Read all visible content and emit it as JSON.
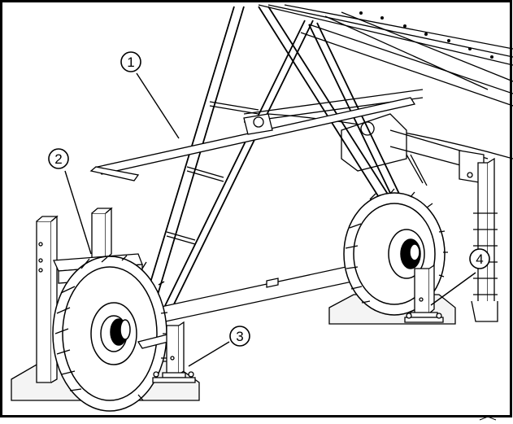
{
  "figure": {
    "callouts": [
      {
        "id": "1",
        "label": "1"
      },
      {
        "id": "2",
        "label": "2"
      },
      {
        "id": "3",
        "label": "3"
      },
      {
        "id": "4",
        "label": "4"
      }
    ]
  },
  "colors": {
    "line": "#000000",
    "background": "#ffffff",
    "ground": "#f4f4f4"
  }
}
